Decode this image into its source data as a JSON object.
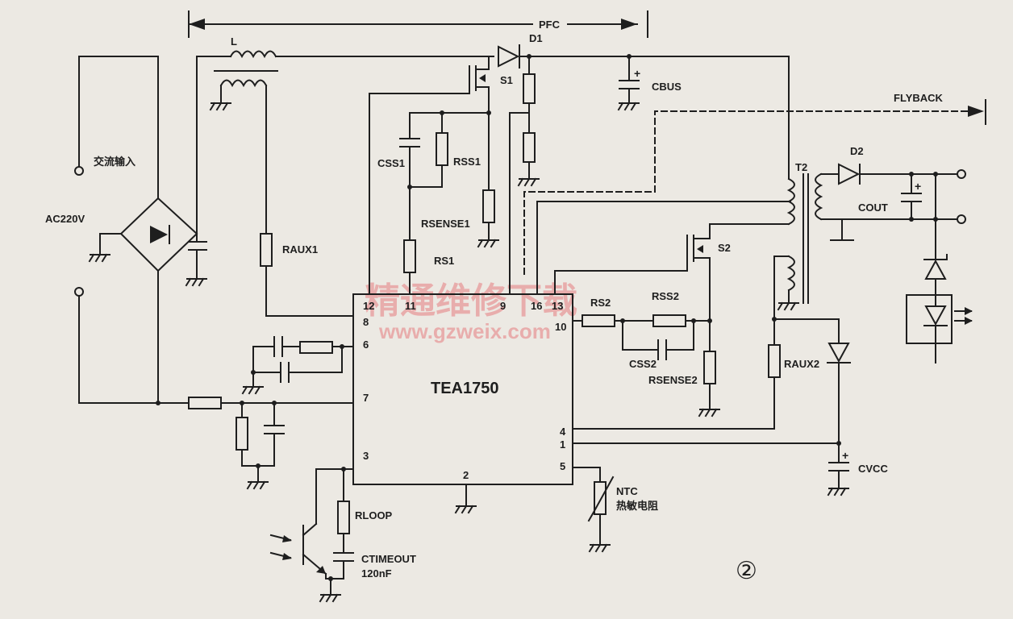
{
  "labels": {
    "pfc": "PFC",
    "flyback": "FLYBACK",
    "ac_input": "交流输入",
    "ac_voltage": "AC220V",
    "inductor": "L",
    "d1": "D1",
    "s1": "S1",
    "cbus": "CBUS",
    "css1": "CSS1",
    "rss1": "RSS1",
    "rsense1": "RSENSE1",
    "rs1": "RS1",
    "raux1": "RAUX1",
    "t2": "T2",
    "d2": "D2",
    "cout": "COUT",
    "s2": "S2",
    "rs2": "RS2",
    "rss2": "RSS2",
    "css2": "CSS2",
    "rsense2": "RSENSE2",
    "raux2": "RAUX2",
    "cvcc": "CVCC",
    "ntc": "NTC",
    "ntc_cn": "热敏电阻",
    "rloop": "RLOOP",
    "ctimeout": "CTIMEOUT",
    "ctimeout_value": "120nF",
    "chip": "TEA1750",
    "figure_number": "②"
  },
  "pins": {
    "p12": "12",
    "p11": "11",
    "p9": "9",
    "p16": "16",
    "p13": "13",
    "p8": "8",
    "p6": "6",
    "p7": "7",
    "p3": "3",
    "p2": "2",
    "p10": "10",
    "p4": "4",
    "p1": "1",
    "p5": "5"
  },
  "watermark": {
    "title": "精通维修下载",
    "url": "www.gzweix.com"
  }
}
